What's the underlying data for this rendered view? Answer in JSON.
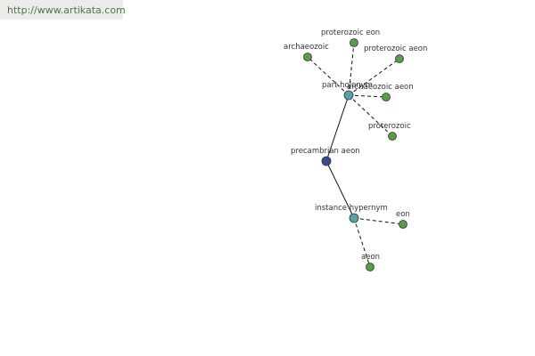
{
  "banner": {
    "url": "http://www.artikata.com"
  },
  "colors": {
    "leaf_fill": "#5a9a4a",
    "relation_fill": "#5aa0a8",
    "root_fill": "#3a4a8a",
    "edge": "#111111",
    "node_stroke": "#2a3a2a",
    "banner_bg": "#ececec",
    "banner_text": "#4a7a3a"
  },
  "graph": {
    "root": {
      "id": "precambrian",
      "label": "precambrian aeon"
    },
    "relations": [
      {
        "id": "part_holonym",
        "label": "part holonym",
        "children": [
          {
            "id": "proterozoic_eon",
            "label": "proterozoic eon"
          },
          {
            "id": "archaeozoic",
            "label": "archaeozoic"
          },
          {
            "id": "proterozoic_aeon",
            "label": "proterozoic aeon"
          },
          {
            "id": "archaeozoic_aeon",
            "label": "archaeozoic aeon"
          },
          {
            "id": "proterozoic",
            "label": "proterozoic"
          }
        ]
      },
      {
        "id": "instance_hypernym",
        "label": "instance hypernym",
        "children": [
          {
            "id": "eon",
            "label": "eon"
          },
          {
            "id": "aeon",
            "label": "aeon"
          }
        ]
      }
    ]
  }
}
